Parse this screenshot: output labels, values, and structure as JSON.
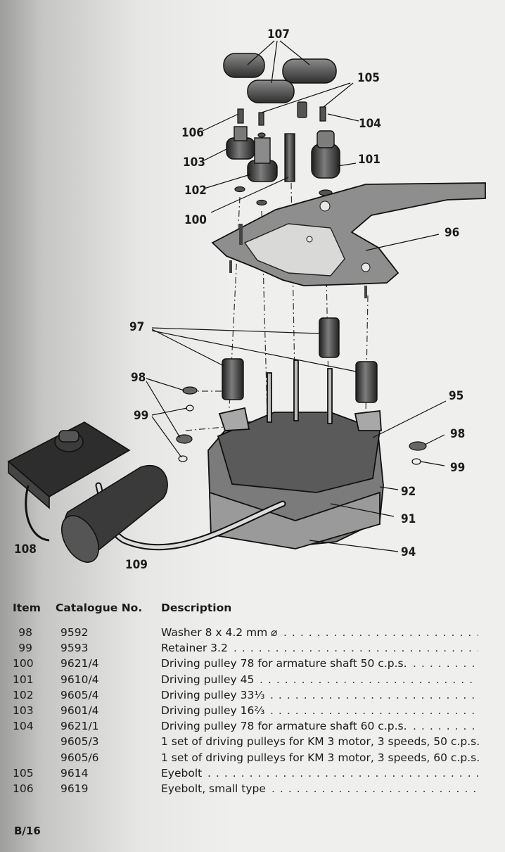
{
  "diagram": {
    "callouts": [
      "107",
      "105",
      "106",
      "104",
      "103",
      "101",
      "102",
      "100",
      "96",
      "97",
      "98",
      "99",
      "95",
      "98",
      "99",
      "92",
      "91",
      "94",
      "108",
      "109"
    ]
  },
  "table": {
    "headers": {
      "item": "Item",
      "catalogue": "Catalogue No.",
      "description": "Description"
    },
    "rows": [
      {
        "item": "98",
        "catalogue": "9592",
        "description": "Washer 8 x 4.2 mm ⌀"
      },
      {
        "item": "99",
        "catalogue": "9593",
        "description": "Retainer  3.2"
      },
      {
        "item": "100",
        "catalogue": "9621/4",
        "description": "Driving pulley 78 for armature shaft 50 c.p.s."
      },
      {
        "item": "101",
        "catalogue": "9610/4",
        "description": "Driving  pulley  45"
      },
      {
        "item": "102",
        "catalogue": "9605/4",
        "description": "Driving  pulley  33⅓"
      },
      {
        "item": "103",
        "catalogue": "9601/4",
        "description": "Driving  pulley  16⅔"
      },
      {
        "item": "104",
        "catalogue": "9621/1",
        "description": "Driving pulley 78 for armature shaft 60 c.p.s."
      },
      {
        "item": "",
        "catalogue": "9605/3",
        "description": "1 set of driving pulleys for KM 3 motor, 3 speeds, 50 c.p.s."
      },
      {
        "item": "",
        "catalogue": "9605/6",
        "description": "1 set of driving pulleys for KM 3 motor, 3 speeds, 60 c.p.s."
      },
      {
        "item": "105",
        "catalogue": "9614",
        "description": "Eyebolt"
      },
      {
        "item": "106",
        "catalogue": "9619",
        "description": "Eyebolt,  small  type"
      }
    ]
  },
  "footer": {
    "page": "B/16"
  },
  "colors": {
    "ink": "#1a1a1a",
    "paper": "#efefed",
    "part-fill": "#6f6f6f",
    "part-dark": "#3a3a3a"
  }
}
